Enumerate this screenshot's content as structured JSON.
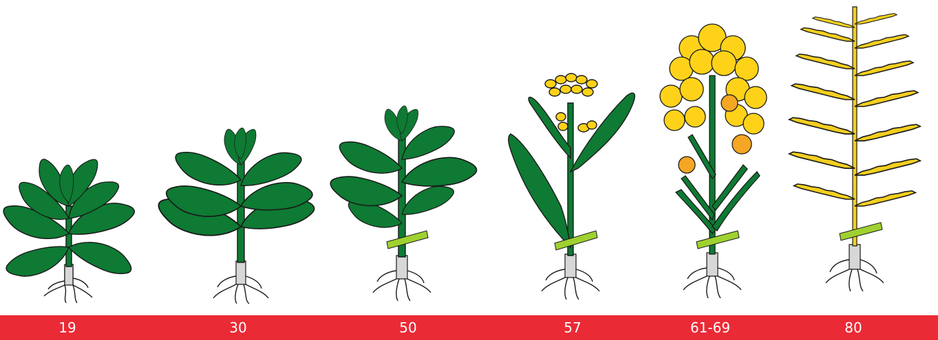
{
  "colors": {
    "leaf": "#0e7a33",
    "leaf_outline": "#1a1a1a",
    "root": "#d7d7d7",
    "flower": "#ffd21a",
    "flower_dark": "#f5a623",
    "pod": "#f3cf1f",
    "band": "#9fd131",
    "bar": "#ea2a35",
    "label": "#ffffff"
  },
  "stages": [
    {
      "label": "19",
      "kind": "rosette"
    },
    {
      "label": "30",
      "kind": "stem-elongation"
    },
    {
      "label": "50",
      "kind": "bud"
    },
    {
      "label": "57",
      "kind": "buds-visible"
    },
    {
      "label": "61-69",
      "kind": "flowering"
    },
    {
      "label": "80",
      "kind": "ripening"
    }
  ]
}
